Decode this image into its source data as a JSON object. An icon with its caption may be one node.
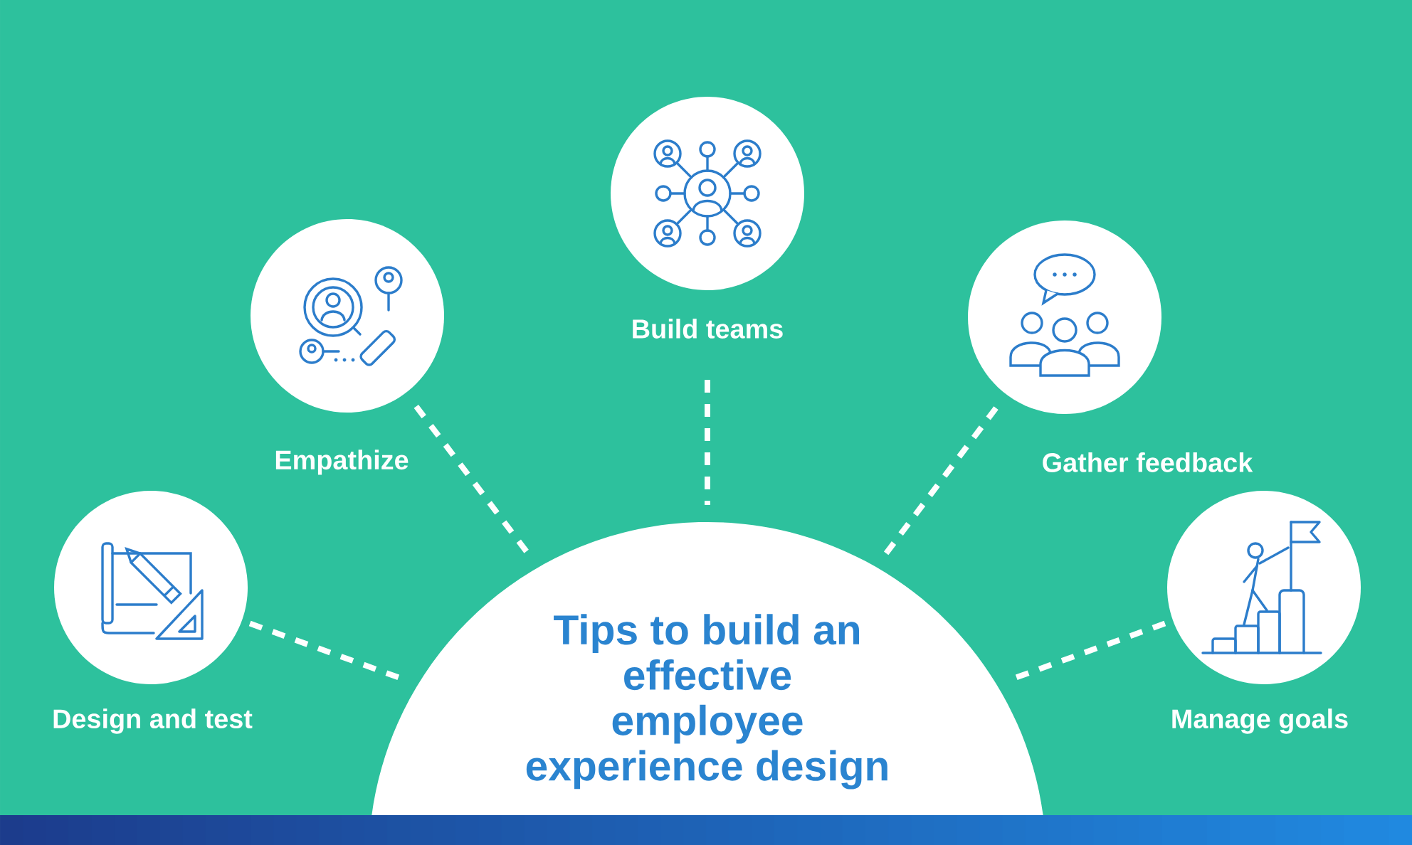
{
  "diagram": {
    "nodes": [
      {
        "text": [
          "Tips to build an effective employee experience design"
        ]
      },
      {
        "text": [
          "Design and test"
        ]
      },
      {
        "text": [
          "Empathize"
        ]
      },
      {
        "text": [
          "Build teams"
        ]
      },
      {
        "text": [
          "Gather feedback"
        ]
      },
      {
        "text": [
          "Manage goals"
        ]
      }
    ],
    "edges": [
      {
        "from": 1,
        "to": 0,
        "arrow": "none",
        "style": "dashed"
      },
      {
        "from": 2,
        "to": 0,
        "arrow": "none",
        "style": "dashed"
      },
      {
        "from": 3,
        "to": 0,
        "arrow": "none",
        "style": "dashed"
      },
      {
        "from": 4,
        "to": 0,
        "arrow": "none",
        "style": "dashed"
      },
      {
        "from": 5,
        "to": 0,
        "arrow": "none",
        "style": "dashed"
      }
    ]
  }
}
